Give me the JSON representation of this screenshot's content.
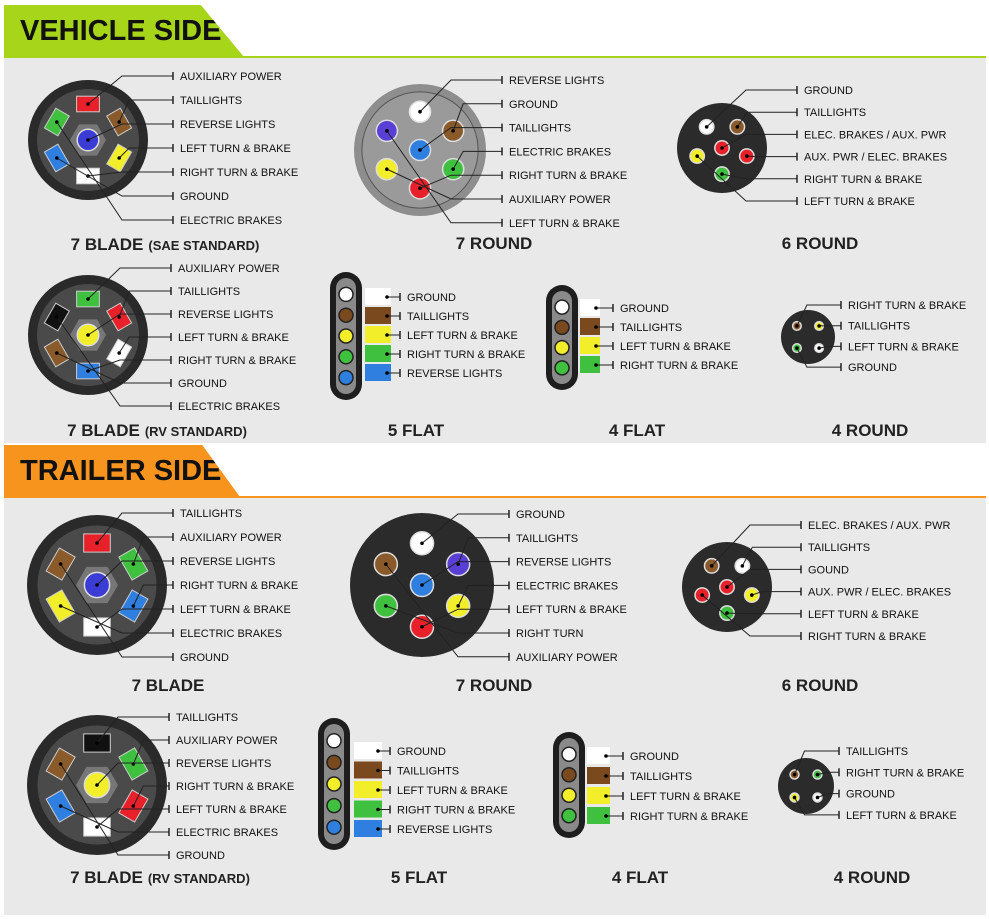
{
  "vehicle_side": {
    "title": "VEHICLE SIDE",
    "accent": "#a6d519",
    "connectors": [
      {
        "title": "7 BLADE",
        "subtitle": "(SAE STANDARD)",
        "type": "blade",
        "center_pin": "#3b3bd6",
        "pins": [
          "#e8202a",
          "#8a5a2b",
          "#f2ee2a",
          "#ffffff",
          "#2f7fe0",
          "#3fc03f"
        ],
        "labels": [
          "AUXILIARY POWER",
          "TAILLIGHTS",
          "REVERSE LIGHTS",
          "LEFT TURN & BRAKE",
          "RIGHT TURN & BRAKE",
          "GROUND",
          "ELECTRIC BRAKES"
        ]
      },
      {
        "title": "7 ROUND",
        "subtitle": "",
        "type": "round",
        "body": "#8e8e8e",
        "center_pin": "#2f7fe0",
        "pins": [
          "#ffffff",
          "#8a5a2b",
          "#3fc03f",
          "#e8202a",
          "#f2ee2a",
          "#5a3fd6"
        ],
        "labels": [
          "REVERSE LIGHTS",
          "GROUND",
          "TAILLIGHTS",
          "ELECTRIC BRAKES",
          "RIGHT TURN & BRAKE",
          "AUXILIARY POWER",
          "LEFT TURN & BRAKE"
        ]
      },
      {
        "title": "6 ROUND",
        "subtitle": "",
        "type": "round",
        "body": "#2b2b2b",
        "center_pin": "#e8202a",
        "pins": [
          "#ffffff",
          "#8a5a2b",
          "#e8202a",
          "#3fc03f",
          "#f2ee2a"
        ],
        "labels": [
          "GROUND",
          "TAILLIGHTS",
          "ELEC. BRAKES / AUX. PWR",
          "AUX. PWR / ELEC. BRAKES",
          "RIGHT TURN & BRAKE",
          "LEFT TURN & BRAKE"
        ]
      },
      {
        "title": "7 BLADE",
        "subtitle": "(RV STANDARD)",
        "type": "blade",
        "center_pin": "#f2ee2a",
        "pins": [
          "#3fc03f",
          "#e8202a",
          "#ffffff",
          "#2f7fe0",
          "#8a5a2b",
          "#111111"
        ],
        "labels": [
          "AUXILIARY POWER",
          "TAILLIGHTS",
          "REVERSE LIGHTS",
          "LEFT TURN & BRAKE",
          "RIGHT TURN & BRAKE",
          "GROUND",
          "ELECTRIC BRAKES"
        ]
      },
      {
        "title": "5 FLAT",
        "subtitle": "",
        "type": "flat",
        "pins": [
          "#ffffff",
          "#7a4a1e",
          "#f2ee2a",
          "#3fc03f",
          "#2f7fe0"
        ],
        "labels": [
          "GROUND",
          "TAILLIGHTS",
          "LEFT TURN & BRAKE",
          "RIGHT TURN & BRAKE",
          "REVERSE LIGHTS"
        ]
      },
      {
        "title": "4 FLAT",
        "subtitle": "",
        "type": "flat",
        "pins": [
          "#ffffff",
          "#7a4a1e",
          "#f2ee2a",
          "#3fc03f"
        ],
        "labels": [
          "GROUND",
          "TAILLIGHTS",
          "LEFT TURN & BRAKE",
          "RIGHT TURN & BRAKE"
        ]
      },
      {
        "title": "4 ROUND",
        "subtitle": "",
        "type": "round",
        "body": "#2b2b2b",
        "pins": [
          "#8a5a2b",
          "#f2ee2a",
          "#ffffff",
          "#3fc03f"
        ],
        "labels": [
          "RIGHT TURN & BRAKE",
          "TAILLIGHTS",
          "LEFT TURN & BRAKE",
          "GROUND"
        ]
      }
    ]
  },
  "trailer_side": {
    "title": "TRAILER SIDE",
    "accent": "#f7941d",
    "connectors": [
      {
        "title": "7 BLADE",
        "subtitle": "",
        "type": "blade",
        "center_pin": "#3b3bd6",
        "pins": [
          "#e8202a",
          "#3fc03f",
          "#2f7fe0",
          "#ffffff",
          "#f2ee2a",
          "#8a5a2b"
        ],
        "labels": [
          "TAILLIGHTS",
          "AUXILIARY POWER",
          "REVERSE LIGHTS",
          "RIGHT TURN & BRAKE",
          "LEFT TURN & BRAKE",
          "ELECTRIC BRAKES",
          "GROUND"
        ]
      },
      {
        "title": "7 ROUND",
        "subtitle": "",
        "type": "round",
        "body": "#2b2b2b",
        "center_pin": "#2f7fe0",
        "pins": [
          "#ffffff",
          "#5a3fd6",
          "#f2ee2a",
          "#e8202a",
          "#3fc03f",
          "#8a5a2b"
        ],
        "labels": [
          "GROUND",
          "TAILLIGHTS",
          "REVERSE LIGHTS",
          "ELECTRIC BRAKES",
          "LEFT TURN & BRAKE",
          "RIGHT TURN",
          "AUXILIARY POWER"
        ]
      },
      {
        "title": "6 ROUND",
        "subtitle": "",
        "type": "round",
        "body": "#2b2b2b",
        "center_pin": "#e8202a",
        "pins": [
          "#8a5a2b",
          "#ffffff",
          "#f2ee2a",
          "#3fc03f",
          "#e8202a"
        ],
        "labels": [
          "ELEC. BRAKES / AUX. PWR",
          "TAILLIGHTS",
          "GOUND",
          "AUX. PWR / ELEC. BRAKES",
          "LEFT TURN & BRAKE",
          "RIGHT TURN & BRAKE"
        ]
      },
      {
        "title": "7 BLADE",
        "subtitle": "(RV STANDARD)",
        "type": "blade",
        "center_pin": "#f2ee2a",
        "pins": [
          "#111111",
          "#3fc03f",
          "#e8202a",
          "#ffffff",
          "#2f7fe0",
          "#8a5a2b"
        ],
        "labels": [
          "TAILLIGHTS",
          "AUXILIARY POWER",
          "REVERSE LIGHTS",
          "RIGHT TURN & BRAKE",
          "LEFT TURN & BRAKE",
          "ELECTRIC BRAKES",
          "GROUND"
        ]
      },
      {
        "title": "5 FLAT",
        "subtitle": "",
        "type": "flat",
        "pins": [
          "#ffffff",
          "#7a4a1e",
          "#f2ee2a",
          "#3fc03f",
          "#2f7fe0"
        ],
        "labels": [
          "GROUND",
          "TAILLIGHTS",
          "LEFT TURN & BRAKE",
          "RIGHT TURN & BRAKE",
          "REVERSE LIGHTS"
        ]
      },
      {
        "title": "4 FLAT",
        "subtitle": "",
        "type": "flat",
        "pins": [
          "#ffffff",
          "#7a4a1e",
          "#f2ee2a",
          "#3fc03f"
        ],
        "labels": [
          "GROUND",
          "TAILLIGHTS",
          "LEFT TURN & BRAKE",
          "RIGHT TURN & BRAKE"
        ]
      },
      {
        "title": "4 ROUND",
        "subtitle": "",
        "type": "round",
        "body": "#2b2b2b",
        "pins": [
          "#8a5a2b",
          "#3fc03f",
          "#ffffff",
          "#f2ee2a"
        ],
        "labels": [
          "TAILLIGHTS",
          "RIGHT TURN & BRAKE",
          "GROUND",
          "LEFT TURN & BRAKE"
        ]
      }
    ]
  }
}
